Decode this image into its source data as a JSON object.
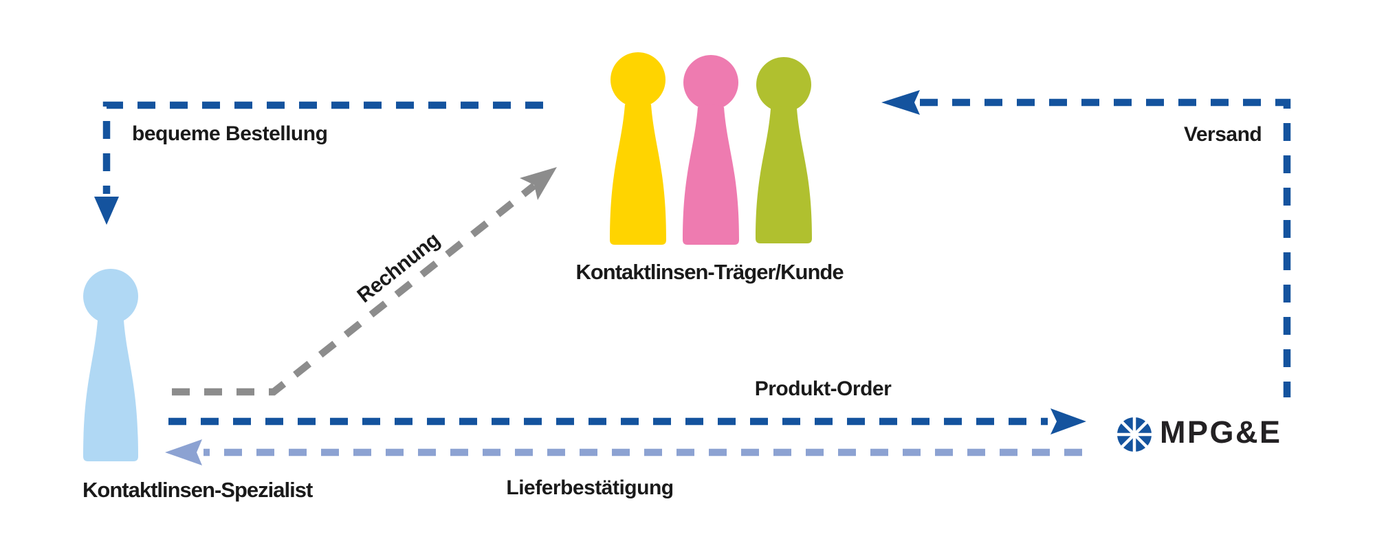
{
  "diagram": {
    "title": "Contact lens ordering process",
    "background": "#ffffff",
    "nodes": {
      "customer": {
        "label": "Kontaktlinsen-Träger/Kunde",
        "figure_colors": [
          "#FFD400",
          "#EE7BB0",
          "#B0C02F"
        ]
      },
      "specialist": {
        "label": "Kontaktlinsen-Spezialist",
        "figure_color": "#B0D8F4"
      },
      "company": {
        "label": "MPG&E",
        "logo_color": "#14539E",
        "text_color": "#232123"
      }
    },
    "edges": [
      {
        "id": "bequeme-bestellung",
        "label": "bequeme Bestellung",
        "from": "customer",
        "to": "specialist",
        "color": "#14539E",
        "style": "dashed"
      },
      {
        "id": "rechnung",
        "label": "Rechnung",
        "from": "specialist",
        "to": "customer",
        "color": "#8C8C8C",
        "style": "dashed"
      },
      {
        "id": "versand",
        "label": "Versand",
        "from": "company",
        "to": "customer",
        "color": "#14539E",
        "style": "dashed"
      },
      {
        "id": "produkt-order",
        "label": "Produkt-Order",
        "from": "specialist",
        "to": "company",
        "color": "#14539E",
        "style": "dashed"
      },
      {
        "id": "lieferbestaetigung",
        "label": "Lieferbestätigung",
        "from": "company",
        "to": "specialist",
        "color": "#8CA2D2",
        "style": "dashed"
      }
    ],
    "label_color": "#1a1a1a"
  }
}
